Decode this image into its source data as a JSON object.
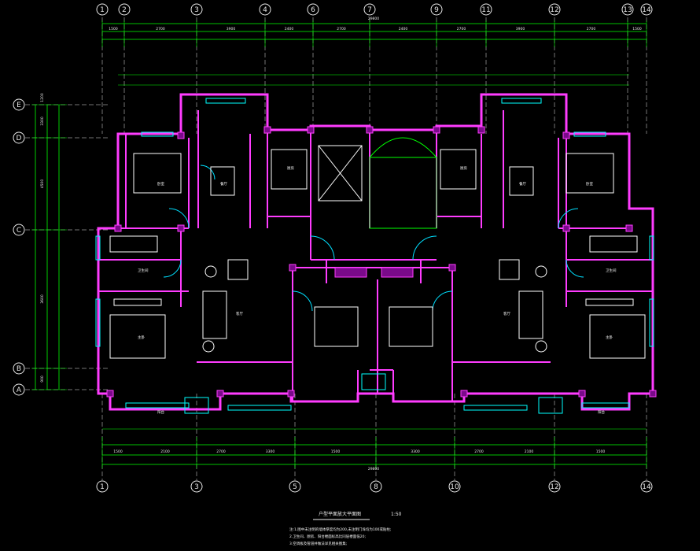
{
  "drawing": {
    "top_axes": [
      "1",
      "2",
      "3",
      "4",
      "6",
      "7",
      "9",
      "11",
      "12",
      "13",
      "14"
    ],
    "bottom_axes": [
      "1",
      "3",
      "5",
      "8",
      "10",
      "12",
      "14"
    ],
    "left_axes": [
      "E",
      "D",
      "C",
      "B",
      "A"
    ],
    "overall_dim": "29800",
    "top_dims": [
      "1500",
      "2700",
      "3900",
      "2400",
      "2700",
      "2400",
      "2700",
      "3900",
      "2700",
      "1500"
    ],
    "bottom_dims": [
      "1500",
      "2100",
      "2700",
      "3300",
      "1500",
      "3300",
      "2700",
      "2100",
      "1500"
    ],
    "left_dims": [
      "1200",
      "3300",
      "4500",
      "3600",
      "900"
    ],
    "rooms_left_unit": [
      "卧室",
      "餐厅",
      "厨房",
      "卫生间",
      "客厅",
      "主卧",
      "阳台"
    ],
    "rooms_right_unit": [
      "厨房",
      "餐厅",
      "卧室",
      "卫生间",
      "客厅",
      "主卧",
      "阳台"
    ],
    "title": "户型平面放大平面图",
    "scale": "1:50",
    "notes": [
      "注:1.图中未注明的墙体厚度均为200,未注明门垛均为100或贴柱;",
      "2.卫生间、厨房、阳台楼面标高比同层楼面低20;",
      "3.空调板及管道井做法详见相关图集;"
    ]
  },
  "colors": {
    "wall": "#ff3cff",
    "wall_fill": "#7a0a8a",
    "axis": "#e8e8e8",
    "dim": "#00ff00",
    "window": "#00ffff",
    "furniture": "#ffffff",
    "stair": "#00ff00",
    "door": "#00e0ff",
    "text_yellow": "#ffff00",
    "background": "#000000"
  }
}
